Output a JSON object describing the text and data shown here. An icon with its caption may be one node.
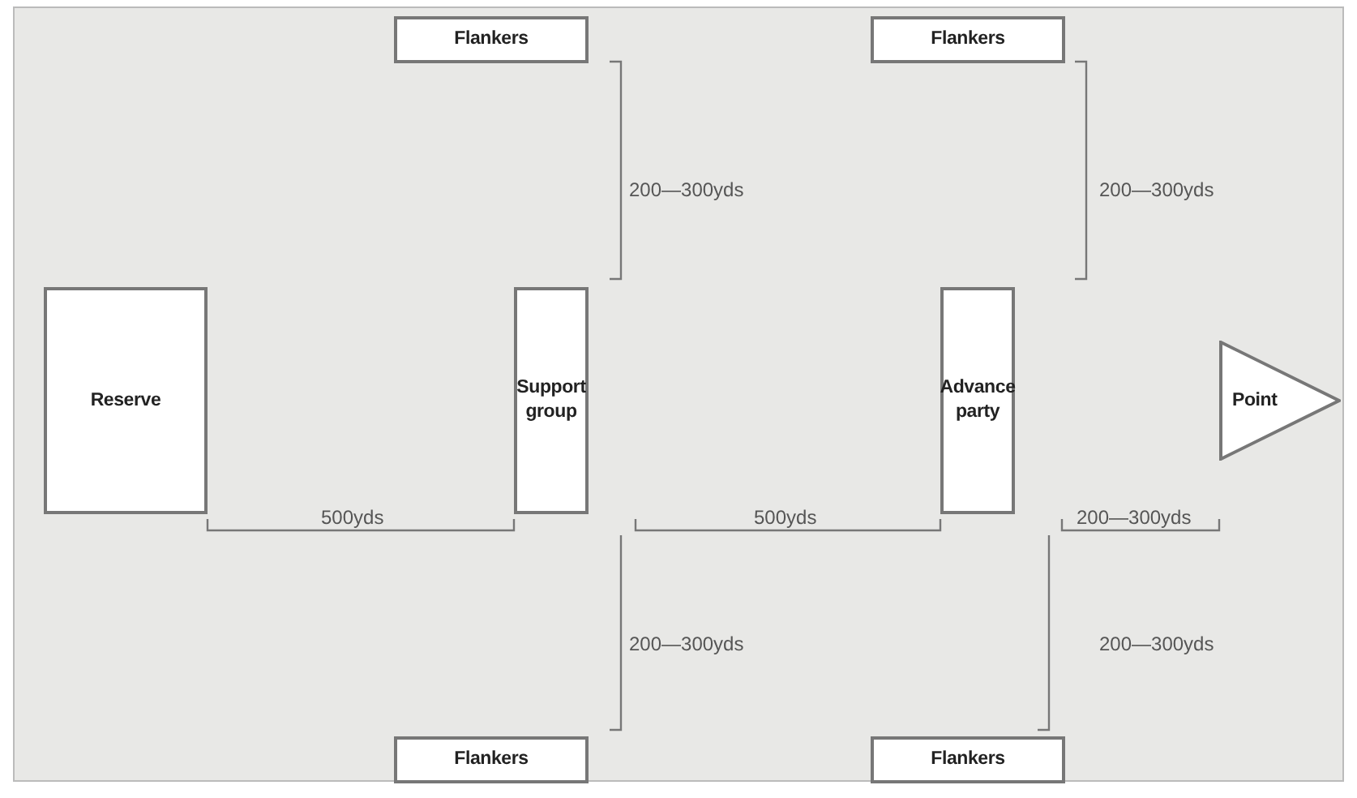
{
  "diagram": {
    "nodes": [
      {
        "text": [
          "Flankers"
        ]
      },
      {
        "text": [
          "Flankers"
        ]
      },
      {
        "text": [
          "Reserve"
        ]
      },
      {
        "text": [
          "Support group"
        ]
      },
      {
        "text": [
          "Advance party"
        ]
      },
      {
        "text": [
          "Point"
        ]
      },
      {
        "text": [
          "Flankers"
        ]
      },
      {
        "text": [
          "Flankers"
        ]
      }
    ],
    "edges": [],
    "labels": [
      "200—300yds",
      "200—300yds",
      "500yds",
      "500yds",
      "200—300yds",
      "200—300yds",
      "200—300yds"
    ]
  }
}
